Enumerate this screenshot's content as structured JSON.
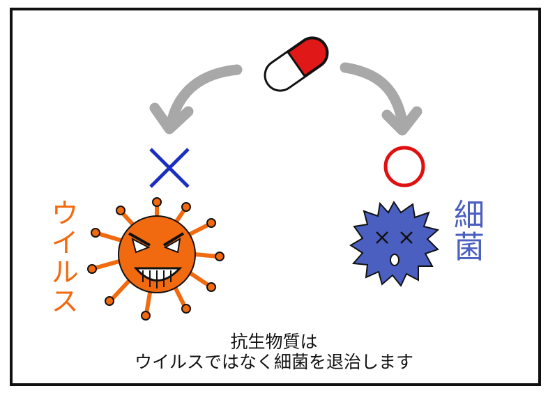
{
  "labels": {
    "virus": "ウイルス",
    "bacteria": "細菌"
  },
  "caption": {
    "line1": "抗生物質は",
    "line2": "ウイルスではなく細菌を退治します"
  },
  "marks": {
    "virus_result": "cross",
    "bacteria_result": "circle"
  },
  "colors": {
    "virus": "#f26a10",
    "bacteria": "#4a5fc0",
    "cross": "#1a2fc0",
    "circle": "#e01010",
    "arrow": "#a8a8a8",
    "pill_red": "#e01818"
  }
}
